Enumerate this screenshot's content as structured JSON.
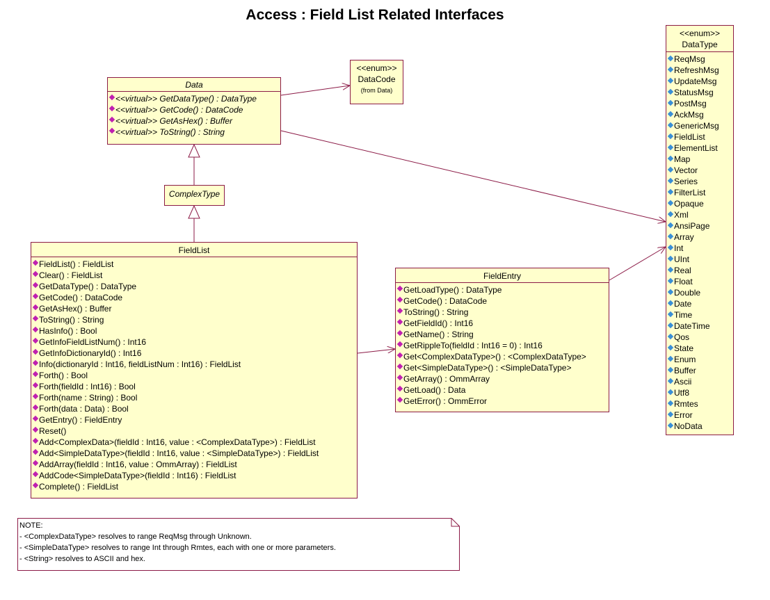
{
  "title": "Access : Field List Related Interfaces",
  "data_class": {
    "name": "Data",
    "ops": [
      "<<virtual>> GetDataType() : DataType",
      "<<virtual>> GetCode() : DataCode",
      "<<virtual>> GetAsHex() : Buffer",
      "<<virtual>> ToString() : String"
    ]
  },
  "datacode": {
    "stereotype": "<<enum>>",
    "name": "DataCode",
    "from": "(from Data)"
  },
  "complex_type": {
    "name": "ComplexType"
  },
  "field_list": {
    "name": "FieldList",
    "ops": [
      "FieldList() : FieldList",
      "Clear() : FieldList",
      "GetDataType() : DataType",
      "GetCode() : DataCode",
      "GetAsHex() : Buffer",
      "ToString() : String",
      "HasInfo() : Bool",
      "GetInfoFieldListNum() : Int16",
      "GetInfoDictionaryId() : Int16",
      "Info(dictionaryId : Int16, fieldListNum : Int16) : FieldList",
      "Forth() : Bool",
      "Forth(fieldId : Int16) : Bool",
      "Forth(name : String) : Bool",
      "Forth(data : Data) : Bool",
      "GetEntry() : FieldEntry",
      "Reset()",
      "Add<ComplexData>(fieldId : Int16, value : <ComplexDataType>) : FieldList",
      "Add<SimpleDataType>(fieldId : Int16, value : <SimpleDataType>) : FieldList",
      "AddArray(fieldId : Int16, value : OmmArray) : FieldList",
      "AddCode<SimpleDataType>(fieldId : Int16) : FieldList",
      "Complete() : FieldList"
    ]
  },
  "field_entry": {
    "name": "FieldEntry",
    "ops": [
      "GetLoadType() : DataType",
      "GetCode() : DataCode",
      "ToString() : String",
      "GetFieldId() : Int16",
      "GetName() : String",
      "GetRippleTo(fieldId : Int16 = 0) : Int16",
      "Get<ComplexDataType>() : <ComplexDataType>",
      "Get<SimpleDataType>() : <SimpleDataType>",
      "GetArray() : OmmArray",
      "GetLoad() : Data",
      "GetError() : OmmError"
    ]
  },
  "datatype": {
    "stereotype": "<<enum>>",
    "name": "DataType",
    "values": [
      "ReqMsg",
      "RefreshMsg",
      "UpdateMsg",
      "StatusMsg",
      "PostMsg",
      "AckMsg",
      "GenericMsg",
      "FieldList",
      "ElementList",
      "Map",
      "Vector",
      "Series",
      "FilterList",
      "Opaque",
      "Xml",
      "AnsiPage",
      "Array",
      "Int",
      "UInt",
      "Real",
      "Float",
      "Double",
      "Date",
      "Time",
      "DateTime",
      "Qos",
      "State",
      "Enum",
      "Buffer",
      "Ascii",
      "Utf8",
      "Rmtes",
      "Error",
      "NoData"
    ]
  },
  "note": {
    "lines": [
      "NOTE:",
      "- <ComplexDataType> resolves to range ReqMsg through Unknown.",
      "- <SimpleDataType> resolves to range Int through Rmtes, each with one or more parameters.",
      "- <String> resolves to ASCII and hex."
    ]
  },
  "colors": {
    "border": "#8b1a46",
    "fill": "#ffffcc",
    "op_icon": "#c020b0",
    "enum_icon": "#3a8fd6"
  }
}
